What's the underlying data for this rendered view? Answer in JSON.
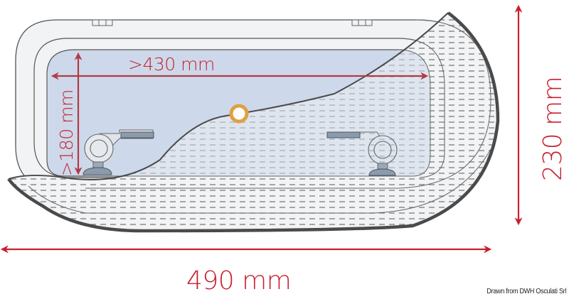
{
  "diagram": {
    "subject": "Opening portlight / hatch dimensional drawing",
    "dimensions": {
      "inner_width": ">430 mm",
      "inner_height": ">180 mm",
      "outer_height": "230 mm",
      "outer_width": "490 mm"
    },
    "credit": "Drawn from DWH Osculati Srl",
    "colors": {
      "dimension_red": "#c8202f",
      "glass_blue": "#cdd9ea",
      "frame_white": "#f2f3f5",
      "outline_dark": "#4a4a4a",
      "hinge_gray": "#8a9bb0",
      "lock_ring_orange": "#e0a040"
    },
    "components": [
      "outer frame",
      "inner frame",
      "glass pane",
      "opening lid (cutaway, dashed hatch)",
      "left hinge/handle",
      "right hinge/handle",
      "lock ring",
      "frame tabs x2"
    ]
  }
}
